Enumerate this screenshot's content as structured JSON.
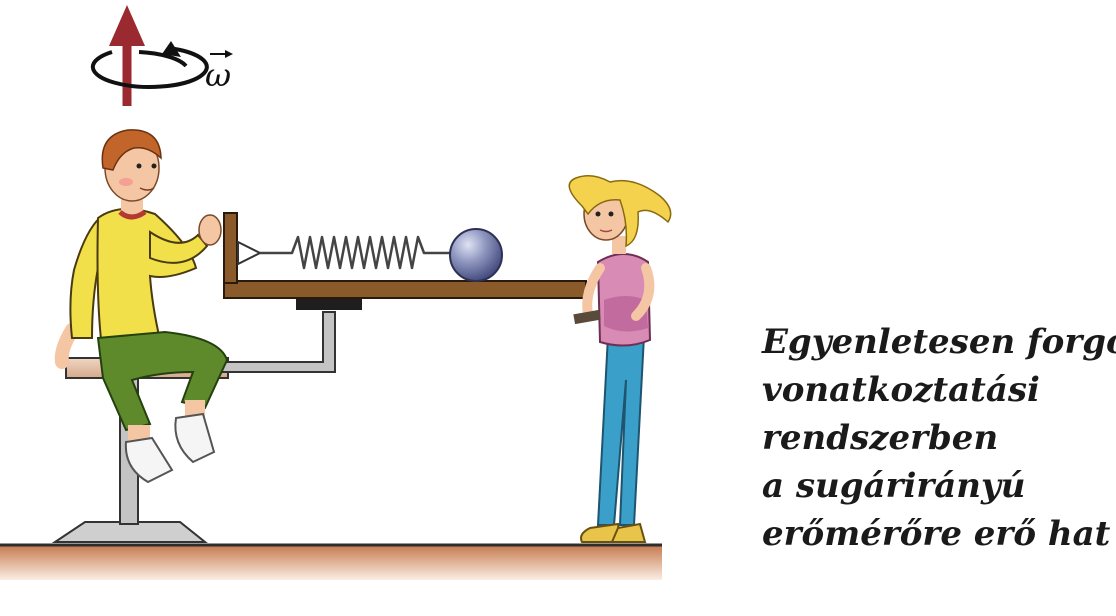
{
  "diagram": {
    "omega_symbol": "ω",
    "caption_lines": [
      "Egyenletesen forgó",
      "vonatkoztatási",
      "rendszerben",
      "a sugárirányú",
      "erőmérőre erő hat"
    ],
    "colors": {
      "rotation_arrow": "#9b2a30",
      "table_wood": "#8a5a2b",
      "stool_metal": "#b8b8b8",
      "ball": "#5f6a99",
      "floor": "#d9a57f",
      "boy_shirt": "#f2e04a",
      "boy_pants": "#5e8a2c",
      "girl_top": "#d78bb5",
      "girl_pants": "#3aa0c9",
      "girl_hair": "#f4d24e"
    }
  }
}
